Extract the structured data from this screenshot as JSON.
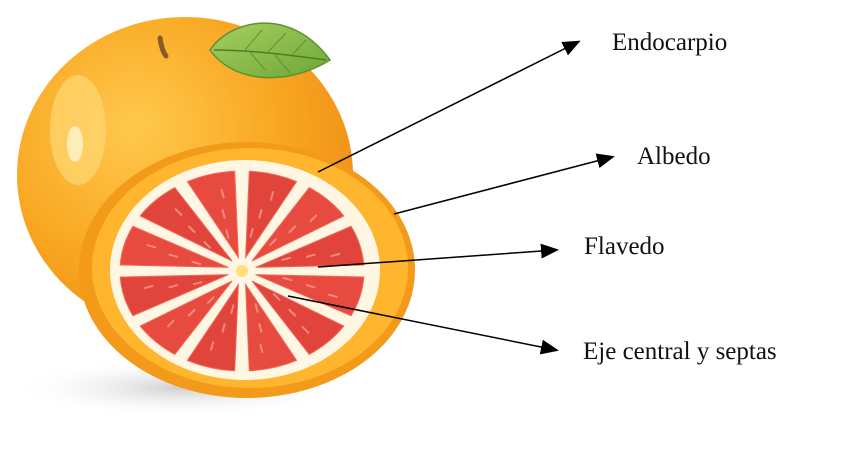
{
  "labels": {
    "endocarpio": "Endocarpio",
    "albedo": "Albedo",
    "flavedo": "Flavedo",
    "eje_central": "Eje central y septas"
  },
  "colors": {
    "orange_light": "#ffb833",
    "orange_mid": "#f7a01b",
    "orange_dark": "#ef8a12",
    "pulp_red": "#e2423a",
    "pulp_light": "#ec5d4c",
    "albedo_white": "#fff7e8",
    "leaf_green": "#8cc04a",
    "stem_brown": "#8a5a2b",
    "shadow_gray": "#d9d9d9",
    "arrow": "#000000"
  }
}
